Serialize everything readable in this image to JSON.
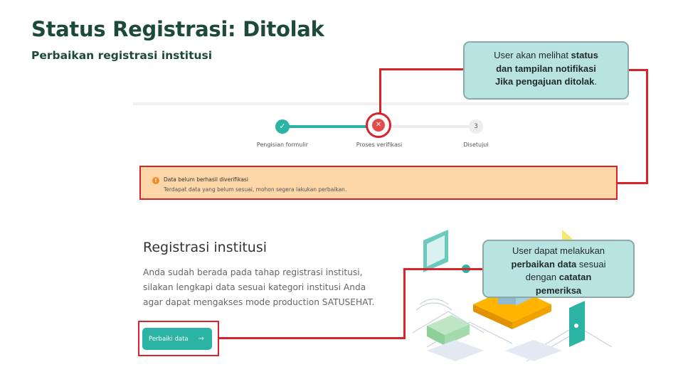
{
  "header": {
    "title": "Status Registrasi: Ditolak",
    "subtitle": "Perbaikan registrasi institusi"
  },
  "stepper": {
    "steps": [
      {
        "label": "Pengisian formulir",
        "status": "done",
        "icon": "check-icon"
      },
      {
        "label": "Proses verifikasi",
        "status": "rejected",
        "icon": "cross-icon"
      },
      {
        "label": "Disetujui",
        "status": "pending",
        "number": "3"
      }
    ]
  },
  "alert": {
    "title": "Data belum berhasil diverifikasi",
    "description": "Terdapat data yang belum sesuai, mohon segera lakukan perbaikan.",
    "icon": "warning-icon"
  },
  "institution": {
    "title": "Registrasi institusi",
    "description": "Anda sudah berada pada tahap registrasi institusi, silakan lengkapi data sesuai kategori institusi Anda agar dapat mengakses mode production SATUSEHAT.",
    "button_label": "Perbaiki data",
    "button_icon": "arrow-right-icon"
  },
  "callouts": {
    "top": {
      "p1": "User akan melihat ",
      "b1": "status",
      "b2": "dan tampilan notifikasi",
      "b3": "Jika pengajuan ditolak",
      "p2": "."
    },
    "bottom": {
      "p1": "User dapat melakukan",
      "b1": "perbaikan data",
      "p2": " sesuai",
      "p3": "dengan ",
      "b2": "catatan",
      "b3": "pemeriksa"
    }
  },
  "colors": {
    "brand_dark": "#1d4a37",
    "accent_teal": "#2bb3a3",
    "error_red": "#d9232a",
    "alert_bg": "#fdd6a8",
    "callout_bg": "#b9e3e0"
  }
}
